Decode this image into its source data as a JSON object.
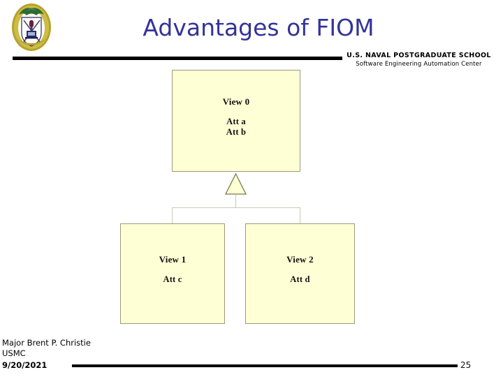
{
  "slide": {
    "title": "Advantages of FIOM",
    "title_color": "#333399",
    "background": "#ffffff"
  },
  "header": {
    "logo_name": "nps-seal-logo",
    "school_name": "U.S. NAVAL POSTGRADUATE SCHOOL",
    "school_subtitle": "Software Engineering Automation Center",
    "rule_color": "#000000"
  },
  "diagram": {
    "type": "uml-generalization",
    "box_fill": "#ffffd5",
    "box_border": "#9a9a7a",
    "connector_color": "#c9c9b8",
    "boxes": [
      {
        "id": "view0",
        "title": "View 0",
        "attributes": [
          "Att a",
          "Att b"
        ]
      },
      {
        "id": "view1",
        "title": "View 1",
        "attributes": [
          "Att c"
        ]
      },
      {
        "id": "view2",
        "title": "View 2",
        "attributes": [
          "Att d"
        ]
      }
    ],
    "relationship_icon": "generalization-triangle"
  },
  "footer": {
    "author": "Major Brent P. Christie",
    "organization": "USMC",
    "date": "9/20/2021",
    "page_number": "25",
    "rule_color": "#000000"
  }
}
